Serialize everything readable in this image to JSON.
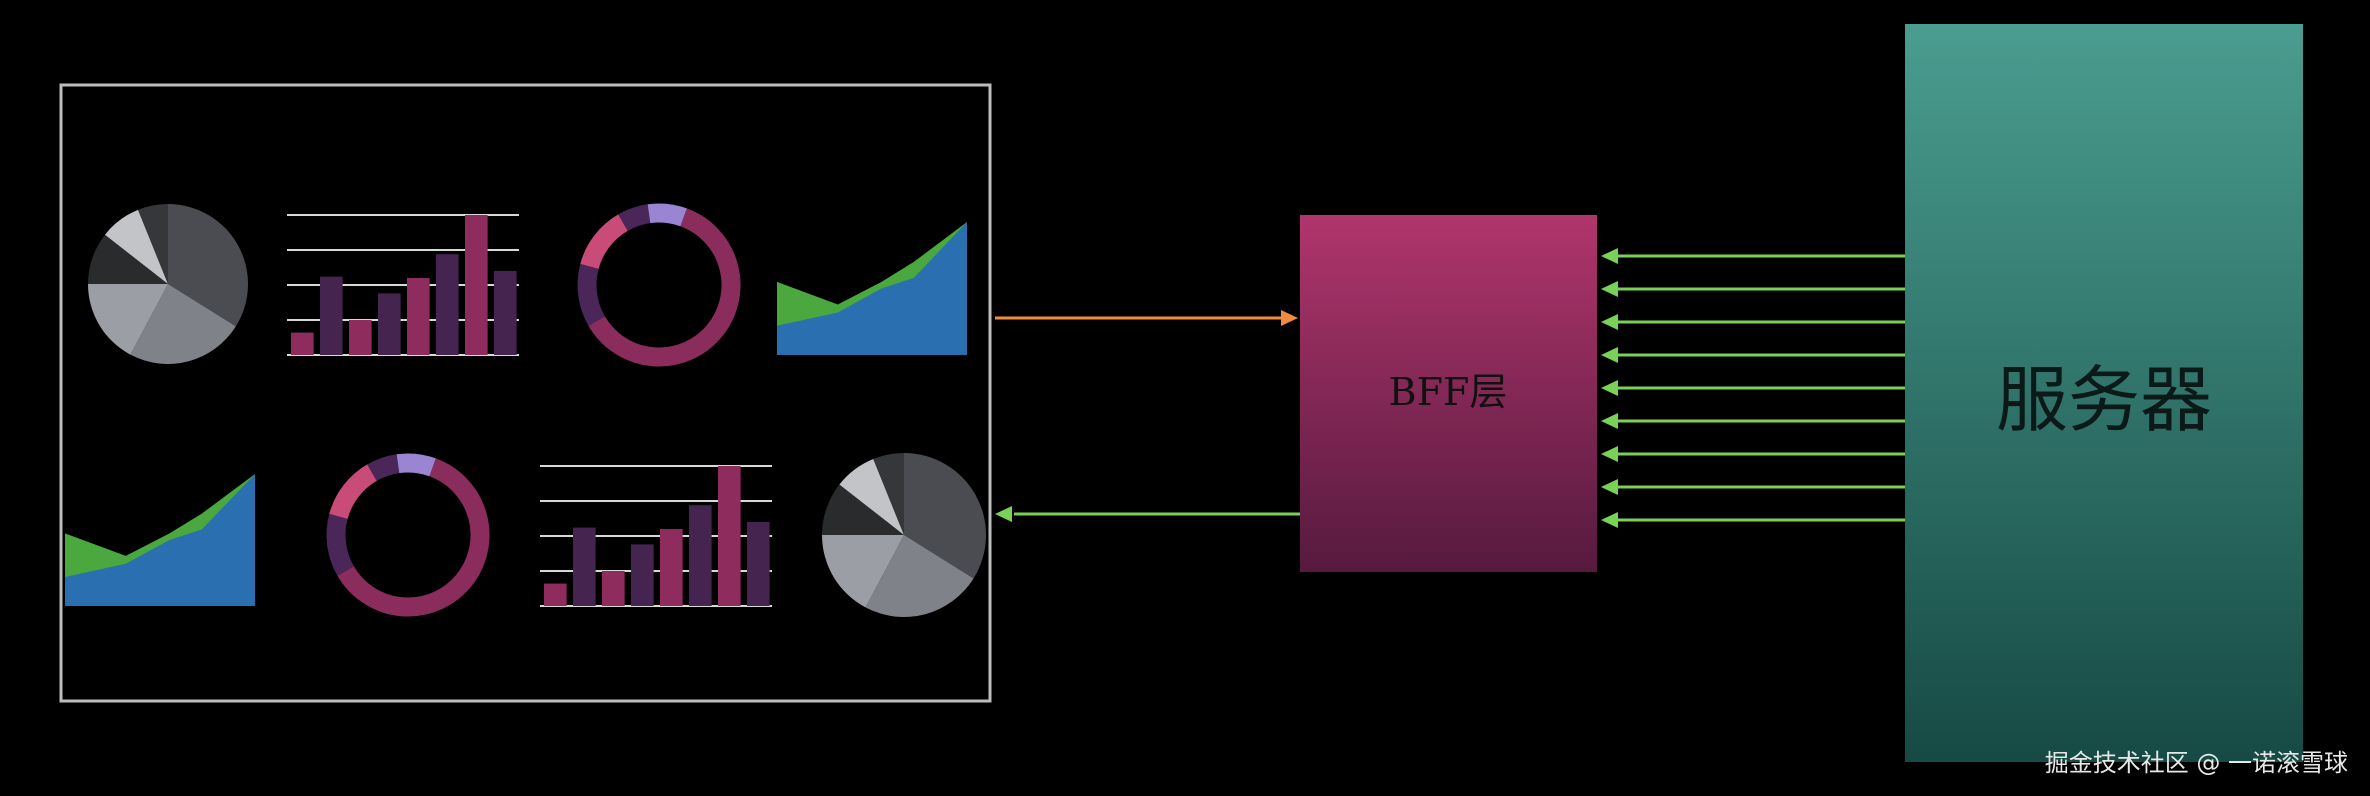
{
  "diagram": {
    "bff_label": "BFF层",
    "server_label": "服务器",
    "watermark": "掘金技术社区 @ 一诺滚雪球",
    "server_arrow_count": 9,
    "colors": {
      "background": "#000000",
      "frame": "#bdbdbd",
      "bff_top": "#b0356d",
      "bff_bottom": "#561a3e",
      "server_top": "#4a9d90",
      "server_bottom": "#164a44",
      "request_arrow": "#f08b42",
      "response_arrow": "#7ad158",
      "pie": [
        "#4a4c51",
        "#7f8389",
        "#9b9ea4",
        "#2a2b2d",
        "#c2c4c8",
        "#36373a"
      ],
      "bars_dark": "#45244f",
      "bars_pink": "#8e2c5e",
      "donut": [
        "#8a2c5c",
        "#4b2658",
        "#c94c78",
        "#9a85d3"
      ],
      "area_green": "#4aa83e",
      "area_blue": "#2a6fb0"
    }
  }
}
